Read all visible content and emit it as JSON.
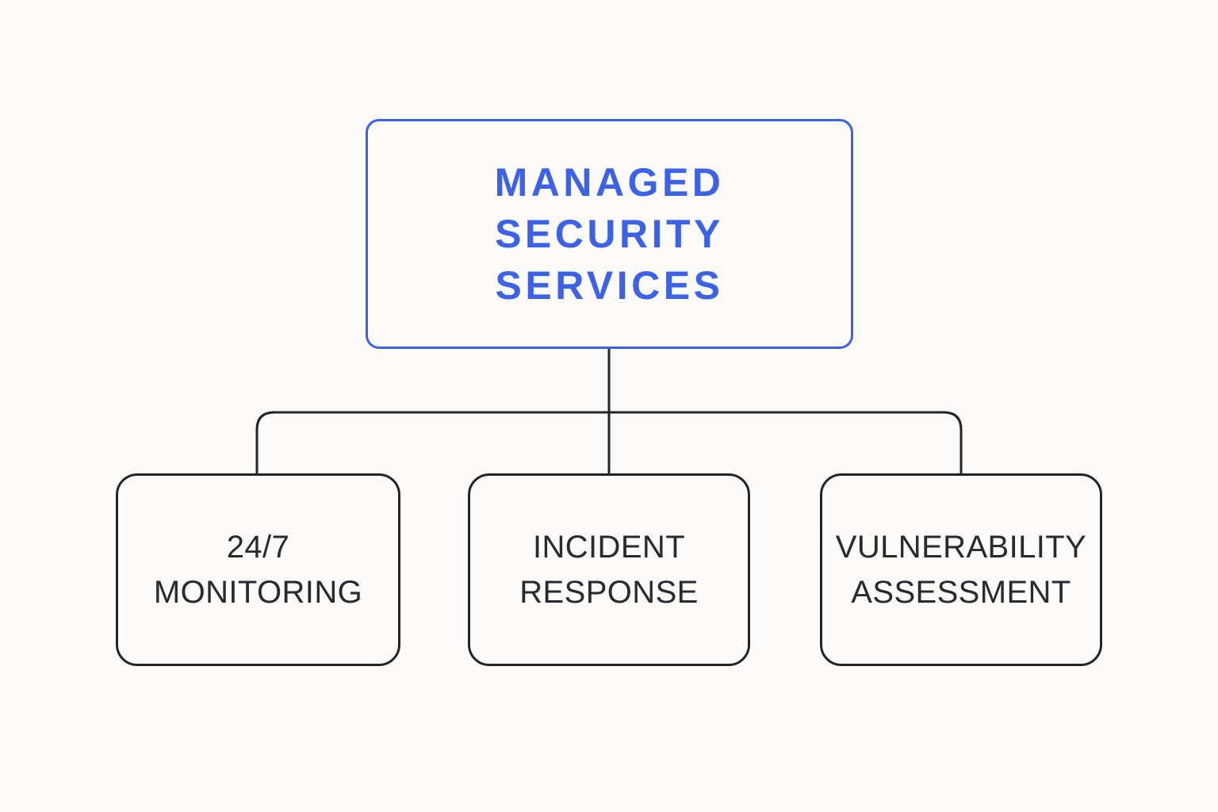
{
  "diagram": {
    "type": "org-chart",
    "background_color": "#FCFBFA",
    "accent_color": "#3B62E8",
    "node_border_color": "#242427",
    "connector_color": "#242427",
    "root": {
      "id": "managed-security-services",
      "label": "MANAGED\nSECURITY\nSERVICES",
      "lines": [
        "MANAGED",
        "SECURITY",
        "SERVICES"
      ],
      "text_color": "#3B62E8",
      "border_color": "#3B62E8"
    },
    "children": [
      {
        "id": "monitoring",
        "label": "24/7\nMONITORING",
        "lines": [
          "24/7",
          "MONITORING"
        ],
        "text_color": "#2A2A2E",
        "border_color": "#242427"
      },
      {
        "id": "incident-response",
        "label": "INCIDENT\nRESPONSE",
        "lines": [
          "INCIDENT",
          "RESPONSE"
        ],
        "text_color": "#2A2A2E",
        "border_color": "#242427"
      },
      {
        "id": "vulnerability-assessment",
        "label": "VULNERABILITY\nASSESSMENT",
        "lines": [
          "VULNERABILITY",
          "ASSESSMENT"
        ],
        "text_color": "#2A2A2E",
        "border_color": "#242427"
      }
    ]
  }
}
